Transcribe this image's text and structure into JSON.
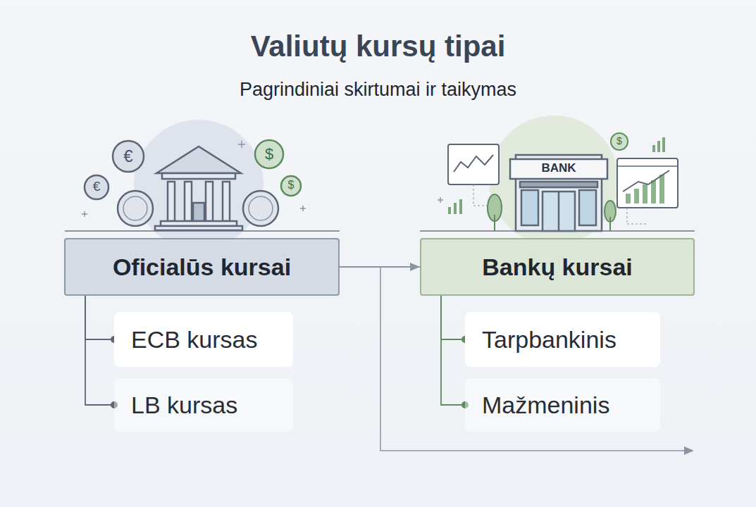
{
  "diagram": {
    "title": "Valiutų kursų tipai",
    "nodes": [
      {
        "text": [
          "Oficialūs kursai"
        ]
      },
      {
        "text": [
          "ECB kursas"
        ]
      },
      {
        "text": [
          "LB kursas"
        ]
      },
      {
        "text": [
          "Bankų kursai"
        ]
      },
      {
        "text": [
          "Tarpbankinis"
        ]
      },
      {
        "text": [
          "Mažmeninis"
        ]
      }
    ],
    "edges": [
      {
        "from": 0,
        "to": 3,
        "arrow": "to"
      },
      {
        "from": 0,
        "to": 1,
        "arrow": "none"
      },
      {
        "from": 0,
        "to": 2,
        "arrow": "none"
      },
      {
        "from": 3,
        "to": 4,
        "arrow": "none"
      },
      {
        "from": 3,
        "to": 5,
        "arrow": "none"
      }
    ],
    "labels": [
      "Pagrindiniai skirtumai ir taikymas",
      "BANK",
      "€",
      "€",
      "$",
      "$",
      "$"
    ]
  }
}
